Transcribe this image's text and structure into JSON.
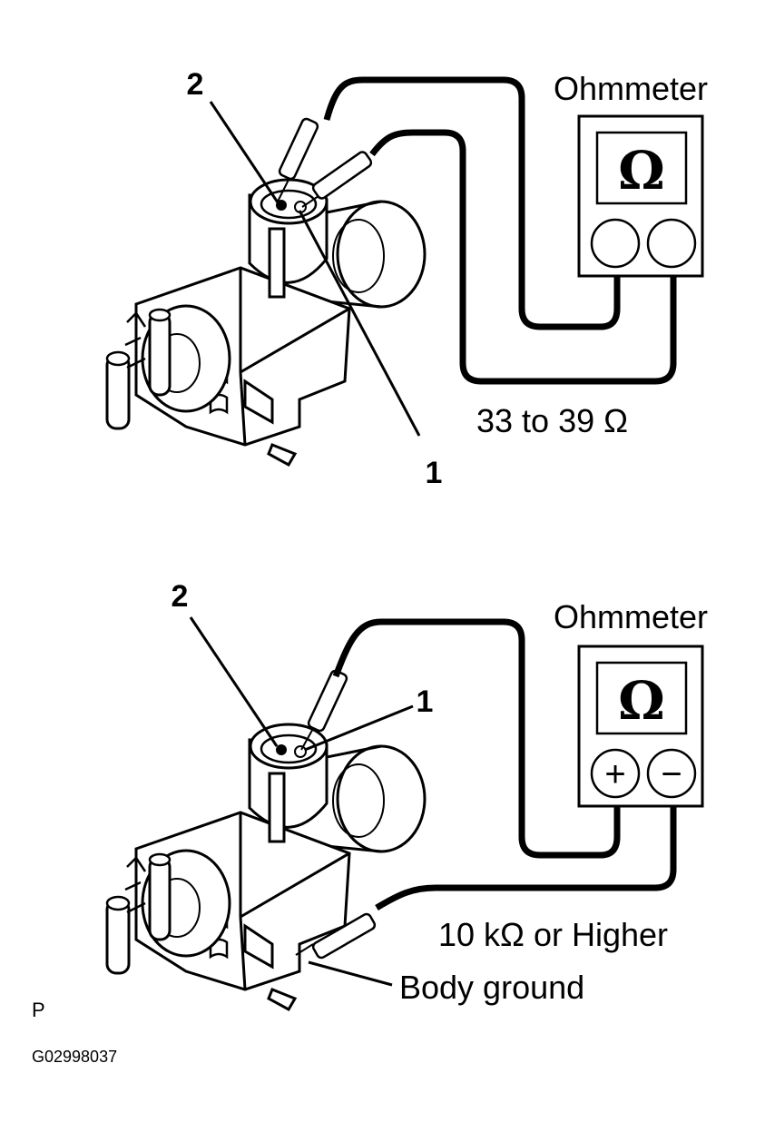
{
  "top_panel": {
    "terminal_2": "2",
    "terminal_1": "1",
    "meter_title": "Ohmmeter",
    "meter_symbol": "Ω",
    "reading": "33 to 39 Ω"
  },
  "bottom_panel": {
    "terminal_2": "2",
    "terminal_1": "1",
    "meter_title": "Ohmmeter",
    "meter_symbol": "Ω",
    "plus_symbol": "+",
    "minus_symbol": "−",
    "reading": "10 kΩ or Higher",
    "ground_label": "Body ground"
  },
  "footer": {
    "page_mark": "P",
    "figure_code": "G02998037"
  },
  "colors": {
    "line": "#000000",
    "meter_fill": "#f2f2f2",
    "screen_fill": "#e6e6e6"
  }
}
